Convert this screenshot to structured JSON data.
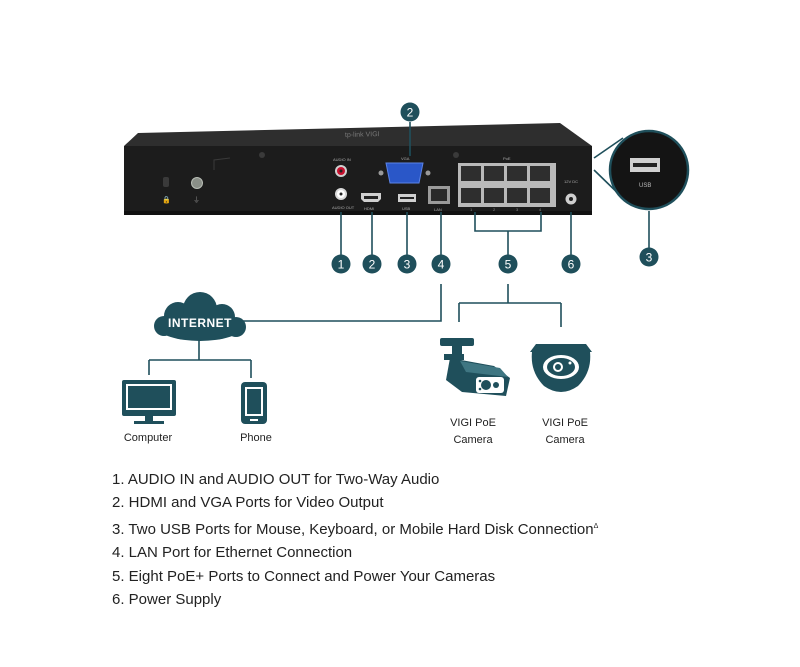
{
  "colors": {
    "accent": "#1f4f5b",
    "device": "#1c1c1c",
    "line": "#1f4f5b"
  },
  "device": {
    "brand_text": "tp-link VIGI",
    "port_labels": {
      "audio_in": "AUDIO IN",
      "audio_out": "AUDIO OUT",
      "vga": "VGA",
      "hdmi": "HDMI",
      "usb": "USB",
      "lan": "LAN",
      "poe": "PoE",
      "power": "12V DC"
    },
    "poe_numbers": [
      "1",
      "2",
      "3",
      "4"
    ]
  },
  "zoom": {
    "label": "USB"
  },
  "callouts": [
    "1",
    "2",
    "3",
    "4",
    "5",
    "6"
  ],
  "network": {
    "internet": "INTERNET",
    "computer": "Computer",
    "phone": "Phone",
    "cam1_line1": "VIGI PoE",
    "cam1_line2": "Camera",
    "cam2_line1": "VIGI PoE",
    "cam2_line2": "Camera"
  },
  "legend": [
    "1. AUDIO IN and AUDIO OUT for Two-Way Audio",
    "2. HDMI and VGA Ports for Video Output",
    "3. Two USB Ports for Mouse, Keyboard, or Mobile Hard Disk Connection",
    "4. LAN Port for Ethernet Connection",
    "5. Eight PoE+ Ports to Connect and Power Your Cameras",
    "6. Power Supply"
  ],
  "legend_footnote": "Δ"
}
